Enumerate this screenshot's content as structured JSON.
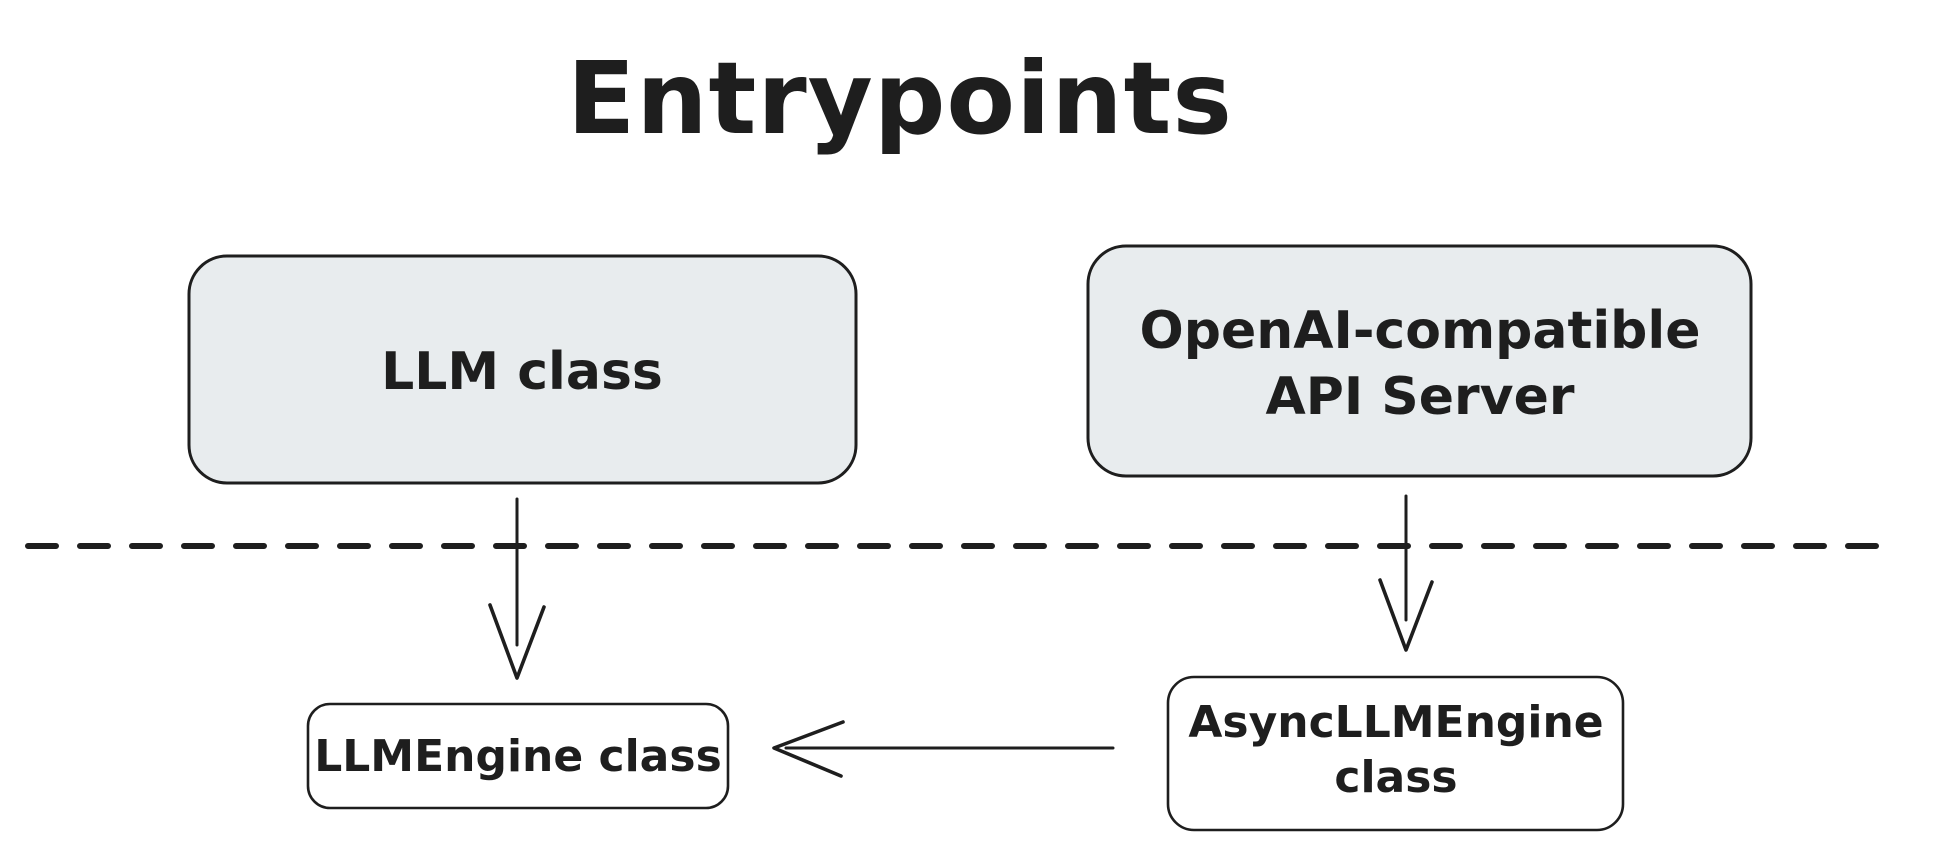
{
  "diagram": {
    "title": "Entrypoints",
    "nodes": {
      "llm_class": {
        "label": "LLM class",
        "fill_style": "gray"
      },
      "openai_api_server": {
        "label_line1": "OpenAI-compatible",
        "label_line2": "API Server",
        "fill_style": "gray"
      },
      "llm_engine": {
        "label": "LLMEngine class",
        "fill_style": "white"
      },
      "async_llm_engine": {
        "label_line1": "AsyncLLMEngine",
        "label_line2": "class",
        "fill_style": "white"
      }
    },
    "edges": [
      {
        "from": "LLM class",
        "to": "LLMEngine class",
        "type": "arrow-down"
      },
      {
        "from": "OpenAI-compatible API Server",
        "to": "AsyncLLMEngine class",
        "type": "arrow-down"
      },
      {
        "from": "AsyncLLMEngine class",
        "to": "LLMEngine class",
        "type": "arrow-left"
      }
    ],
    "divider": {
      "type": "dashed-horizontal-line"
    },
    "colors": {
      "background": "#ffffff",
      "node_fill_gray": "#e8ecee",
      "node_fill_white": "#ffffff",
      "stroke": "#1e1e1e",
      "text": "#1e1e1e"
    }
  }
}
